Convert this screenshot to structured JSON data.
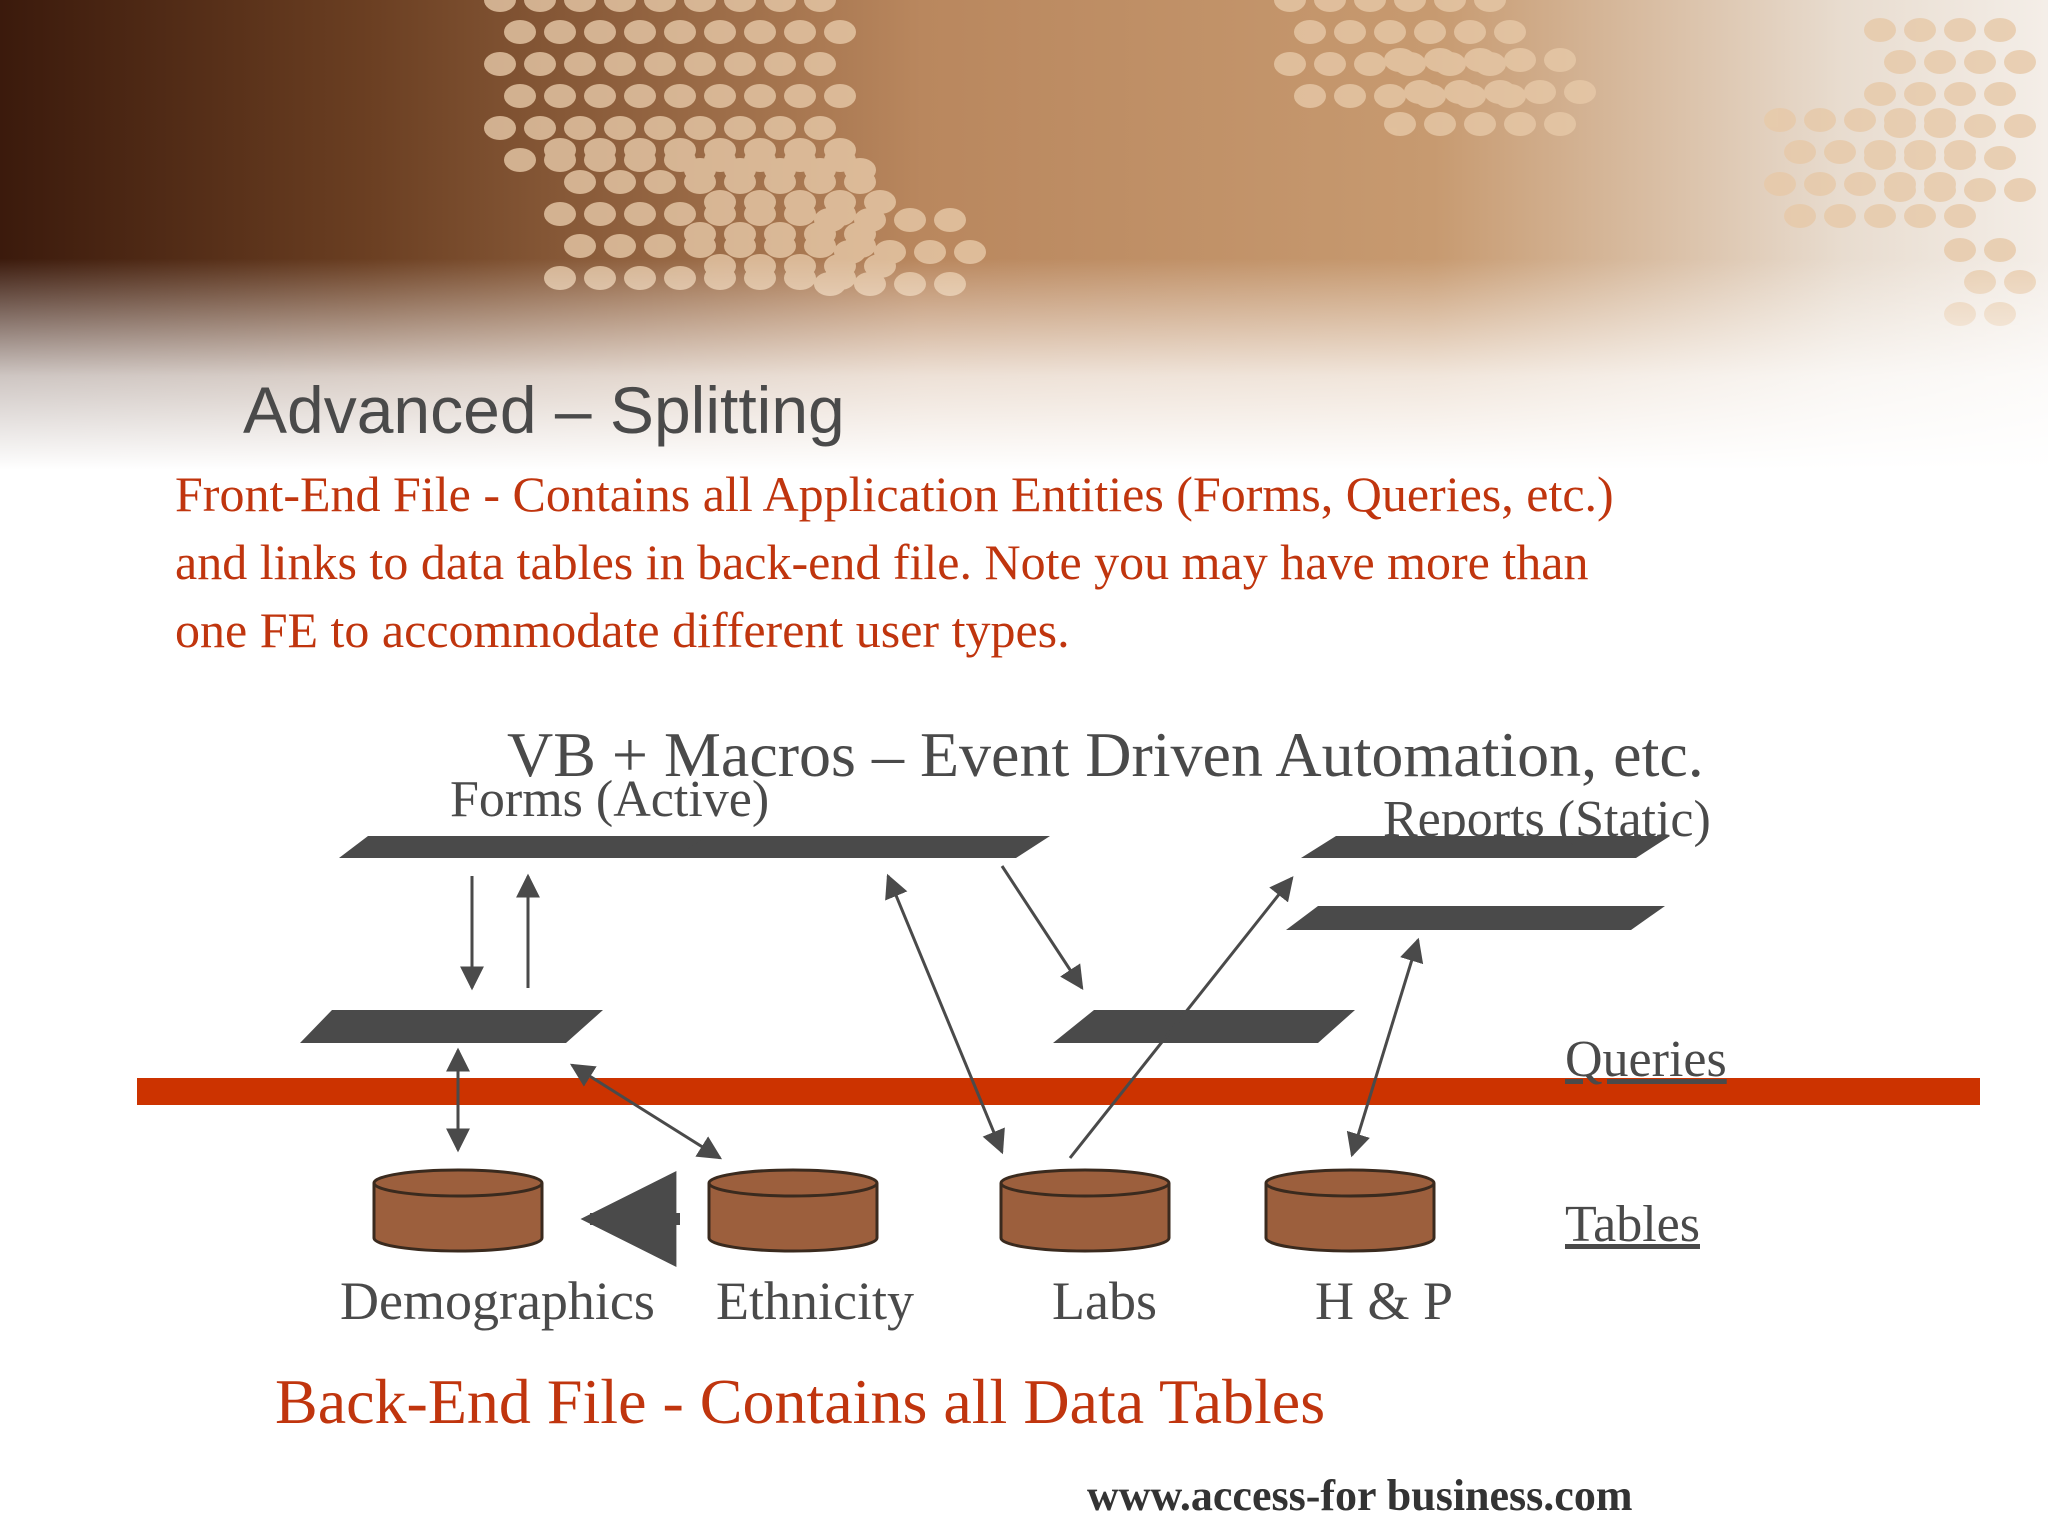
{
  "slide": {
    "title": "Advanced – Splitting",
    "front_end_lines": [
      "Front-End File - Contains all Application Entities (Forms, Queries, etc.)",
      "and links to data tables in back-end file.  Note you may have more than",
      "one FE to accommodate different user types."
    ],
    "back_end_text": "Back-End File - Contains all Data Tables",
    "website": "www.access-for business.com"
  },
  "diagram": {
    "automation_label": "VB + Macros – Event Driven Automation, etc.",
    "forms_label": "Forms (Active)",
    "reports_label": "Reports (Static)",
    "queries_label": "Queries",
    "tables_label": "Tables",
    "tables": [
      "Demographics",
      "Ethnicity",
      "Labs",
      "H & P"
    ]
  },
  "colors": {
    "accent_red": "#c0350e",
    "divider_red": "#cc3300",
    "plane_gray": "#4a4a4a",
    "cylinder_brown": "#9c5f3d",
    "text_gray": "#4a4a4a"
  }
}
